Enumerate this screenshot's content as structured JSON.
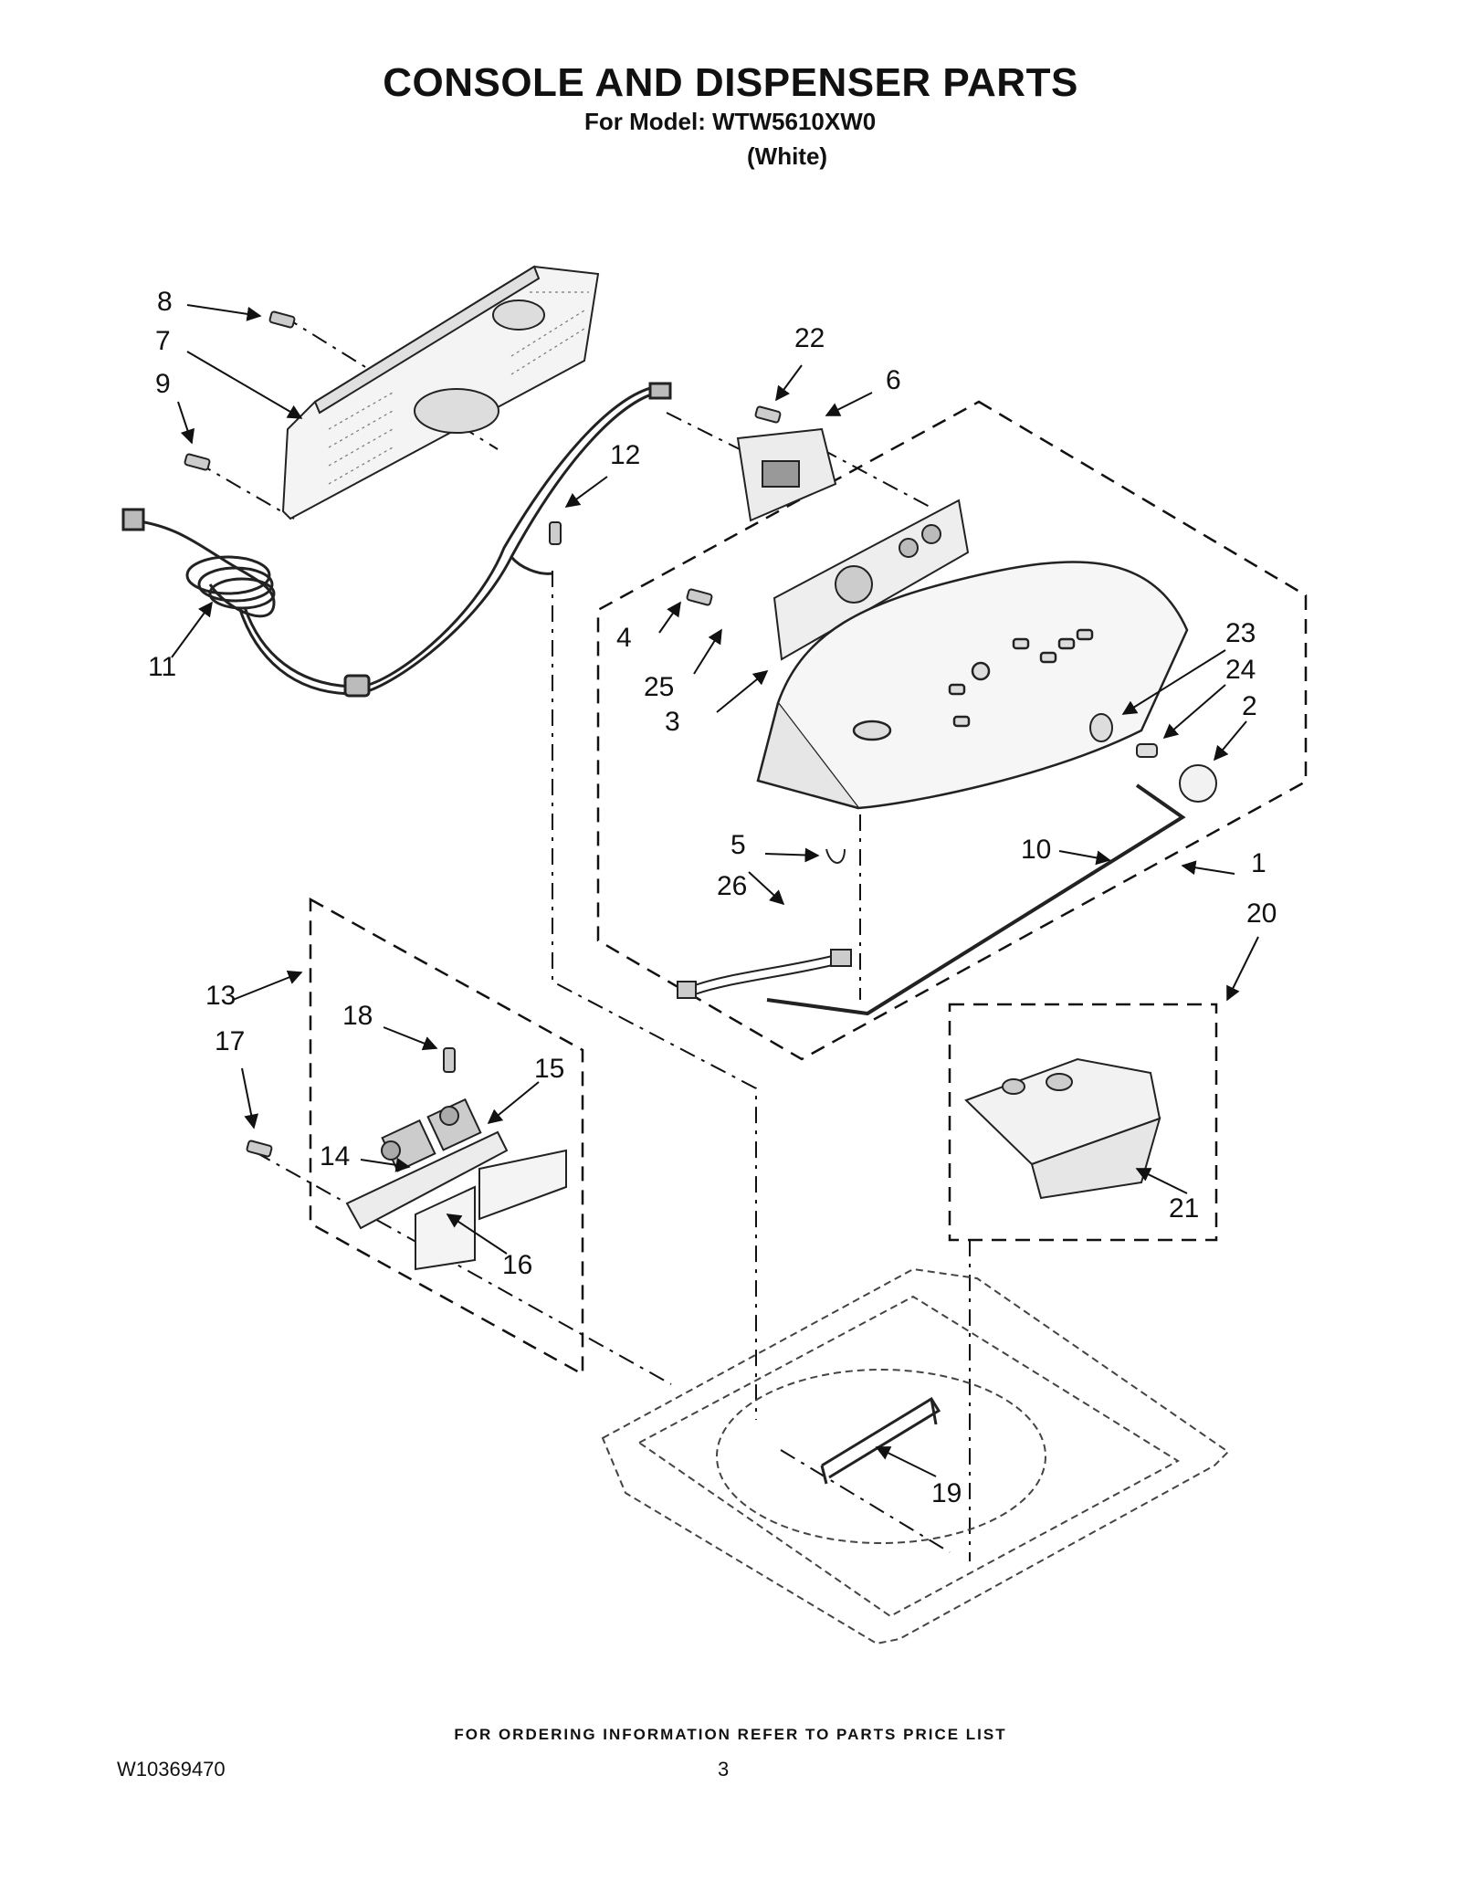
{
  "header": {
    "title": "CONSOLE AND DISPENSER PARTS",
    "model_line": "For Model: WTW5610XW0",
    "color_line": "(White)"
  },
  "callouts": [
    "1",
    "2",
    "3",
    "4",
    "5",
    "6",
    "7",
    "8",
    "9",
    "10",
    "11",
    "12",
    "13",
    "14",
    "15",
    "16",
    "17",
    "18",
    "19",
    "20",
    "21",
    "22",
    "23",
    "24",
    "25",
    "26"
  ],
  "footer": {
    "ordering_note": "FOR ORDERING INFORMATION REFER TO PARTS PRICE LIST",
    "doc_number": "W10369470",
    "page_number": "3"
  }
}
